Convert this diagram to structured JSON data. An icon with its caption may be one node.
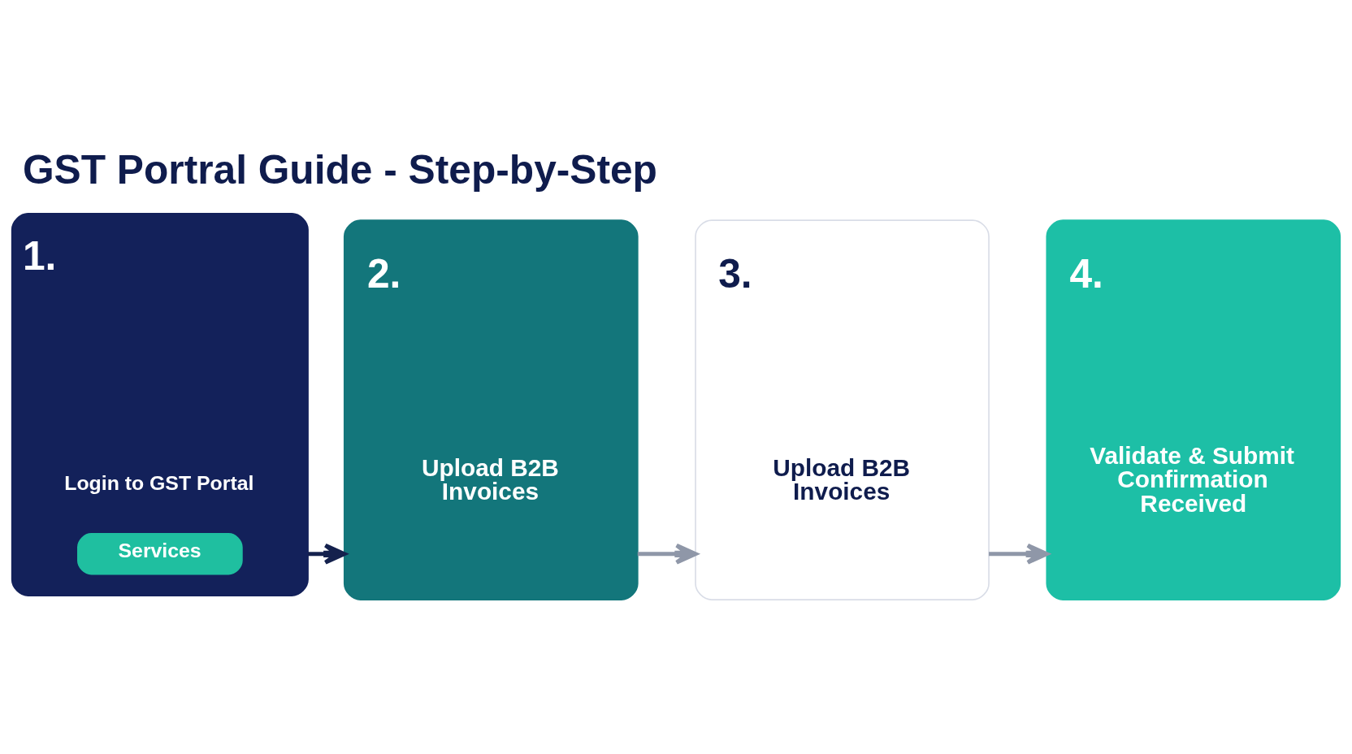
{
  "diagram": {
    "title": "GST Portral Guide - Step-by-Step",
    "nodes": [
      {
        "text": [
          "1.",
          "Login to GST Portal"
        ]
      },
      {
        "text": [
          "Services"
        ],
        "in": 0
      },
      {
        "text": [
          "2.",
          "Upload B2B Invoices"
        ]
      },
      {
        "text": [
          "3.",
          "Upload B2B Invoices"
        ]
      },
      {
        "text": [
          "4.",
          "Validate & Submit Confirmation Received"
        ]
      }
    ],
    "edges": [
      {
        "from": 0,
        "to": 2,
        "arrow": "to",
        "color": "#14214d"
      },
      {
        "from": 2,
        "to": 3,
        "arrow": "to"
      },
      {
        "from": 3,
        "to": 4,
        "arrow": "to"
      }
    ]
  }
}
